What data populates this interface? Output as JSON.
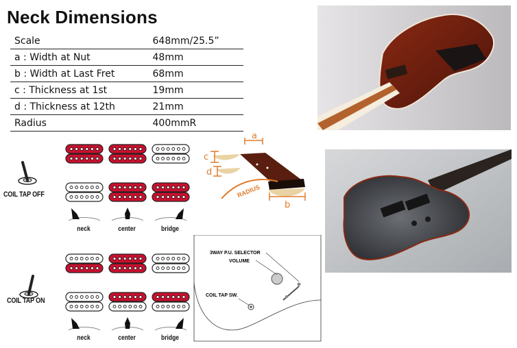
{
  "heading": "Neck Dimensions",
  "specs": [
    {
      "label": "Scale",
      "value": "648mm/25.5”"
    },
    {
      "label": "a : Width at Nut",
      "value": "48mm"
    },
    {
      "label": "b : Width at Last Fret",
      "value": "68mm"
    },
    {
      "label": "c : Thickness at 1st",
      "value": "19mm"
    },
    {
      "label": "d : Thickness at 12th",
      "value": "21mm"
    },
    {
      "label": "Radius",
      "value": "400mmR"
    }
  ],
  "coil_tap_off_label": "COIL TAP OFF",
  "coil_tap_on_label": "COIL TAP ON",
  "positions": [
    "neck",
    "center",
    "bridge"
  ],
  "neck_diagram": {
    "a": "a",
    "b": "b",
    "c": "c",
    "d": "d",
    "radius": "RADIUS"
  },
  "wiring": {
    "selector": "3WAY P.U. SELECTOR",
    "volume": "VOLUME",
    "coil_tap_switch": "COIL TAP SW."
  },
  "colors": {
    "active_coil": "#c8102e",
    "neck_wood": "#5a1e10",
    "diagram_orange": "#e07b2a"
  }
}
